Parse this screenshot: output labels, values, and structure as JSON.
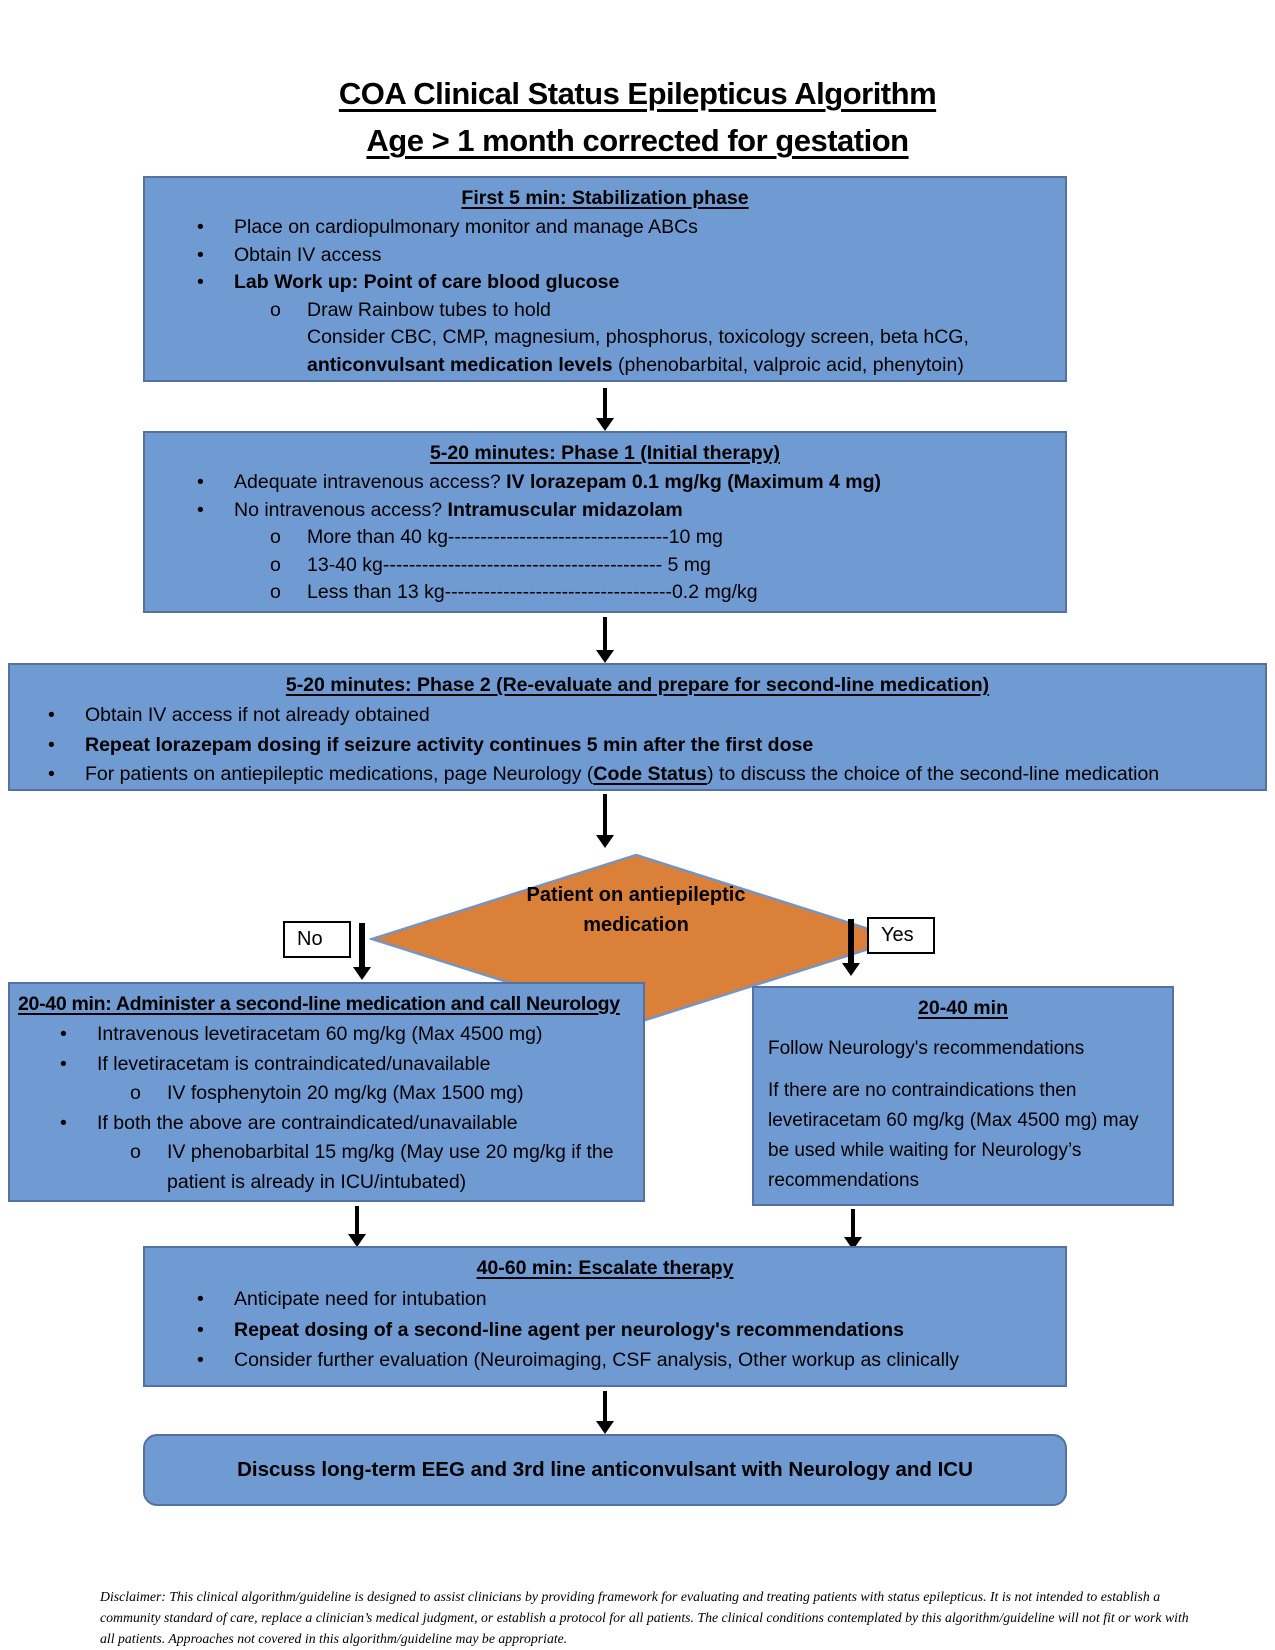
{
  "title": {
    "line1": "COA Clinical Status Epilepticus Algorithm",
    "line2": "Age > 1 month corrected for gestation"
  },
  "colors": {
    "box_fill": "#6F9AD2",
    "box_border": "#54719F",
    "diamond_fill": "#DA8038",
    "diamond_border": "#7793BE",
    "arrow": "#000000"
  },
  "stabilization_box": {
    "heading": "First 5 min:  Stabilization phase",
    "lines": [
      {
        "type": "bullet",
        "segments": [
          {
            "t": "Place on cardiopulmonary monitor and manage ABCs"
          }
        ]
      },
      {
        "type": "bullet",
        "segments": [
          {
            "t": "Obtain IV access"
          }
        ]
      },
      {
        "type": "bullet",
        "segments": [
          {
            "t": "Lab Work up:  Point of care blood glucose",
            "bold": true
          }
        ]
      },
      {
        "type": "sub",
        "segments": [
          {
            "t": "Draw Rainbow tubes  to hold"
          }
        ]
      },
      {
        "type": "cont",
        "segments": [
          {
            "t": "Consider CBC, CMP, magnesium, phosphorus, toxicology screen, beta hCG,"
          }
        ]
      },
      {
        "type": "cont",
        "segments": [
          {
            "t": "anticonvulsant medication levels ",
            "bold": true
          },
          {
            "t": "(phenobarbital, valproic acid, phenytoin)"
          }
        ]
      }
    ]
  },
  "phase1_box": {
    "heading": "5-20 minutes: Phase 1 (Initial therapy)",
    "lines": [
      {
        "type": "bullet",
        "segments": [
          {
            "t": "Adequate intravenous access? "
          },
          {
            "t": "IV lorazepam 0.1 mg/kg (Maximum 4 mg)",
            "bold": true
          }
        ]
      },
      {
        "type": "bullet",
        "segments": [
          {
            "t": "No intravenous access? "
          },
          {
            "t": "Intramuscular midazolam",
            "bold": true
          }
        ]
      },
      {
        "type": "sub",
        "segments": [
          {
            "t": "More than 40 kg----------------------------------10 mg"
          }
        ]
      },
      {
        "type": "sub",
        "segments": [
          {
            "t": "13-40 kg------------------------------------------- 5 mg"
          }
        ]
      },
      {
        "type": "sub",
        "segments": [
          {
            "t": "Less than 13 kg-----------------------------------0.2 mg/kg"
          }
        ]
      }
    ]
  },
  "phase2_box": {
    "heading": "5-20 minutes: Phase 2 (Re-evaluate and prepare for second-line medication)",
    "lines": [
      {
        "type": "bullet",
        "segments": [
          {
            "t": "Obtain IV access if not already obtained"
          }
        ]
      },
      {
        "type": "bullet",
        "segments": [
          {
            "t": "Repeat lorazepam dosing if seizure activity continues 5 min after the first dose",
            "bold": true
          }
        ]
      },
      {
        "type": "bullet",
        "segments": [
          {
            "t": "For patients on antiepileptic medications, page Neurology ("
          },
          {
            "t": "Code Status",
            "bold": true,
            "underline": true
          },
          {
            "t": ") to discuss the choice of the second-line medication"
          }
        ]
      }
    ]
  },
  "decision": {
    "line1": "Patient on antiepileptic",
    "line2": "medication",
    "no_label": "No",
    "yes_label": "Yes"
  },
  "second_line_box": {
    "heading": "20-40 min:  Administer a second-line medication and call Neurology",
    "lines": [
      {
        "type": "bullet",
        "segments": [
          {
            "t": "Intravenous levetiracetam 60 mg/kg (Max 4500 mg)"
          }
        ]
      },
      {
        "type": "bullet",
        "segments": [
          {
            "t": "If levetiracetam is contraindicated/unavailable"
          }
        ]
      },
      {
        "type": "sub",
        "segments": [
          {
            "t": "IV fosphenytoin 20 mg/kg  (Max 1500 mg)"
          }
        ]
      },
      {
        "type": "bullet",
        "segments": [
          {
            "t": "If both the above are contraindicated/unavailable"
          }
        ]
      },
      {
        "type": "sub",
        "segments": [
          {
            "t": "IV phenobarbital 15 mg/kg (May use 20 mg/kg if the"
          }
        ]
      },
      {
        "type": "cont",
        "segments": [
          {
            "t": "patient is already in ICU/intubated)"
          }
        ]
      }
    ]
  },
  "neurology_box": {
    "heading": "20-40 min",
    "lines": [
      {
        "type": "para",
        "segments": [
          {
            "t": "Follow Neurology's recommendations"
          }
        ]
      },
      {
        "type": "para",
        "segments": [
          {
            "t": "If there are no contraindications then levetiracetam 60 mg/kg (Max 4500 mg) may be used while waiting for Neurology’s recommendations"
          }
        ]
      }
    ]
  },
  "escalate_box": {
    "heading": "40-60 min:  Escalate therapy",
    "lines": [
      {
        "type": "bullet",
        "segments": [
          {
            "t": "Anticipate need for intubation"
          }
        ]
      },
      {
        "type": "bullet",
        "segments": [
          {
            "t": "Repeat dosing of a second-line agent per neurology's recommendations",
            "bold": true
          }
        ]
      },
      {
        "type": "bullet",
        "segments": [
          {
            "t": "Consider further evaluation (Neuroimaging, CSF analysis, Other workup as clinically"
          }
        ]
      }
    ]
  },
  "final_box": {
    "heading": "Discuss long-term EEG and 3rd line anticonvulsant with Neurology and ICU"
  },
  "disclaimer": "Disclaimer: This clinical algorithm/guideline is designed to assist clinicians by providing framework for evaluating and treating patients with status epilepticus. It is not intended to establish a community standard of care, replace a clinician’s medical judgment, or establish a protocol for all patients. The clinical conditions contemplated by this algorithm/guideline will not fit or work with all patients. Approaches not covered in this algorithm/guideline may be appropriate."
}
